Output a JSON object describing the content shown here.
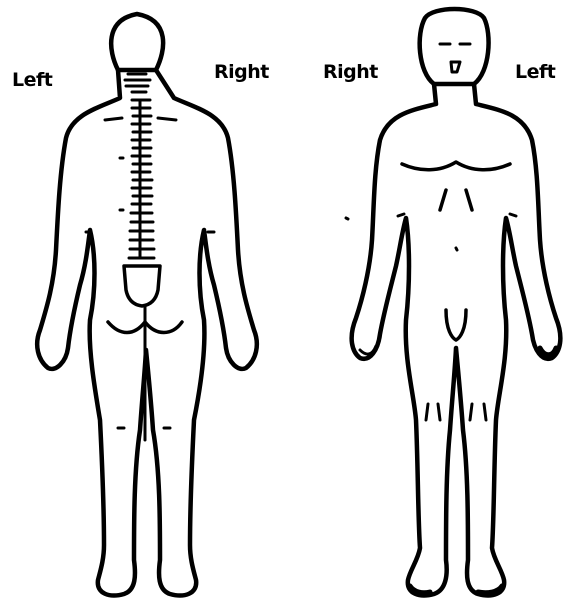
{
  "back_view": {
    "left_label": "Left",
    "right_label": "Right"
  },
  "front_view": {
    "right_label": "Right",
    "left_label": "Left"
  },
  "colors": {
    "line": "#000000",
    "background": "#ffffff"
  }
}
